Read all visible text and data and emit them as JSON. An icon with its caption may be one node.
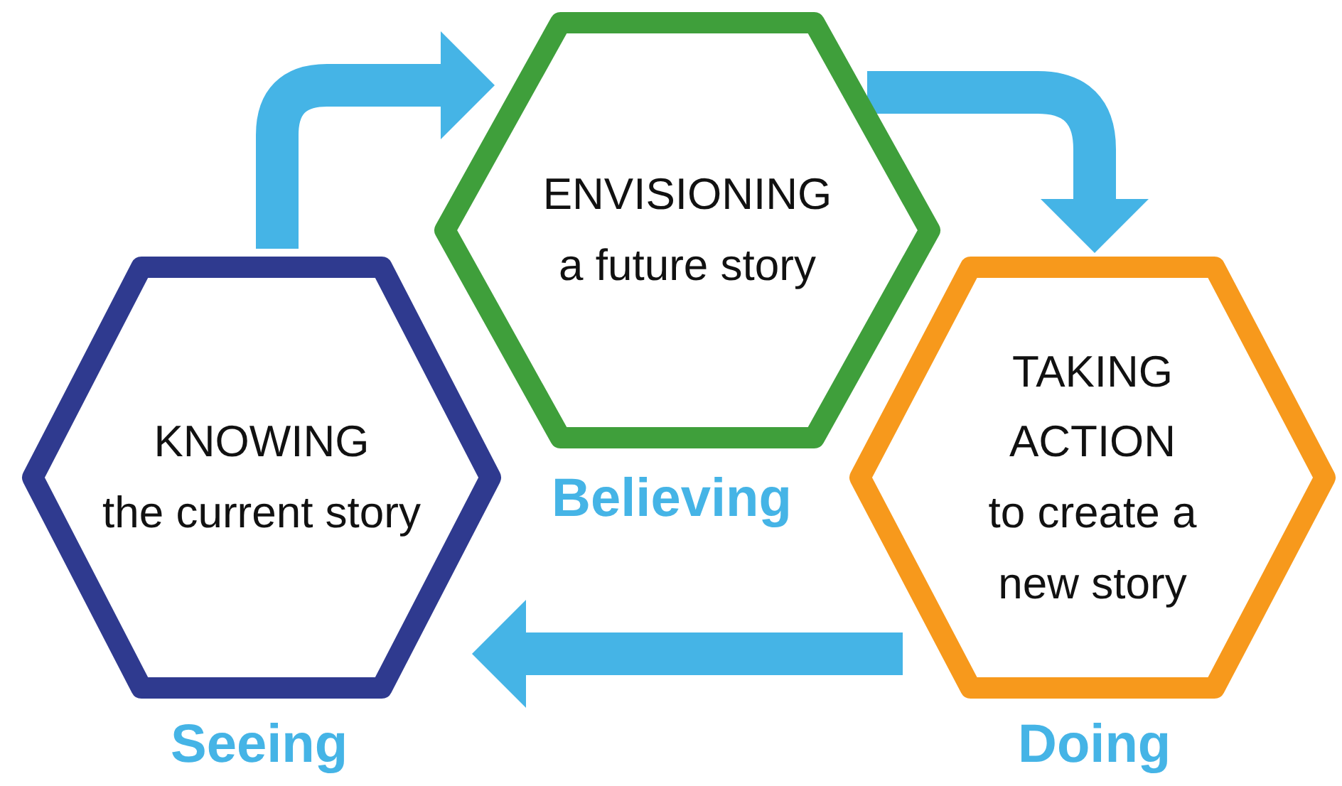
{
  "diagram": {
    "nodes": [
      {
        "text": [
          "KNOWING",
          "the current story"
        ],
        "beside": [
          "Seeing"
        ]
      },
      {
        "text": [
          "ENVISIONING",
          "a future story"
        ],
        "beside": [
          "Believing"
        ]
      },
      {
        "text": [
          "TAKING ACTION",
          "to create a new story"
        ],
        "beside": [
          "Doing"
        ]
      }
    ],
    "edges": [
      {
        "from": 0,
        "to": 1,
        "arrow": "to"
      },
      {
        "from": 1,
        "to": 2,
        "arrow": "to"
      },
      {
        "from": 2,
        "to": 0,
        "arrow": "to"
      }
    ]
  }
}
